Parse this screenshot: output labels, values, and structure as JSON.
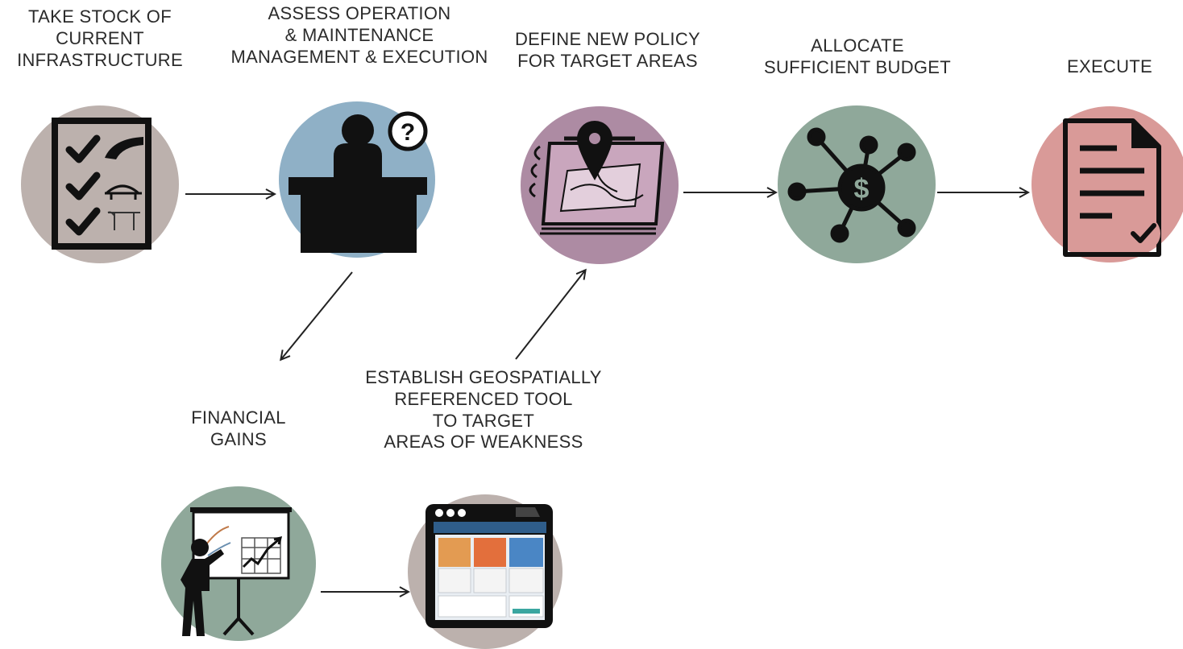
{
  "steps": {
    "take_stock": {
      "lines": [
        "TAKE STOCK OF",
        "CURRENT",
        "INFRASTRUCTURE"
      ],
      "color": "#bcb1ad"
    },
    "assess": {
      "lines": [
        "ASSESS OPERATION",
        "& MAINTENANCE",
        "MANAGEMENT & EXECUTION"
      ],
      "color": "#8fb0c6"
    },
    "define_policy": {
      "lines": [
        "DEFINE NEW POLICY",
        "FOR TARGET AREAS"
      ],
      "color": "#ad8ba3"
    },
    "allocate": {
      "lines": [
        "ALLOCATE",
        "SUFFICIENT BUDGET"
      ],
      "color": "#8fa89a"
    },
    "execute": {
      "lines": [
        "EXECUTE"
      ],
      "color": "#d99a98"
    },
    "financial": {
      "lines": [
        "FINANCIAL",
        "GAINS"
      ],
      "color": "#8fa89a"
    },
    "establish": {
      "lines": [
        "ESTABLISH GEOSPATIALLY",
        "REFERENCED TOOL",
        "TO TARGET",
        "AREAS OF WEAKNESS"
      ],
      "color": "#bcb1ad"
    }
  },
  "icons": {
    "take_stock": "checklist-icon",
    "assess": "person-at-desk-question-icon",
    "define_policy": "map-notebook-pin-icon",
    "allocate": "budget-network-dollar-icon",
    "execute": "document-check-icon",
    "financial": "presentation-chart-icon",
    "establish": "web-dashboard-icon"
  },
  "symbols": {
    "question_mark": "?",
    "dollar_sign": "$"
  }
}
